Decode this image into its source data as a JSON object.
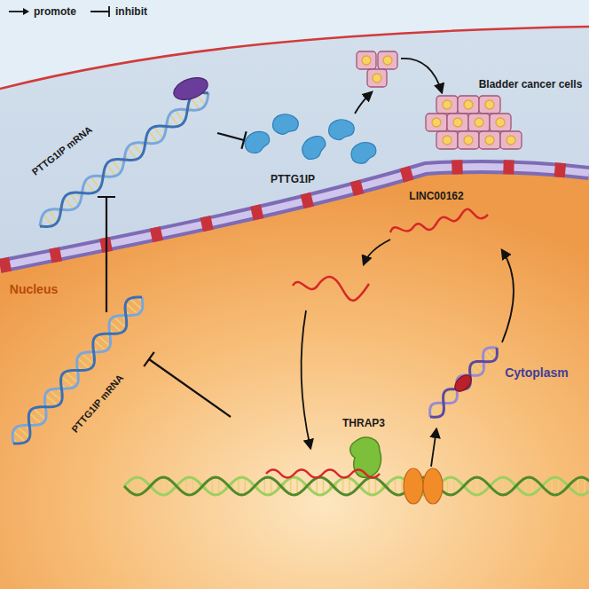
{
  "diagram": {
    "labels": [
      "Bladder cancer cells",
      "PTTG1IP mRNA",
      "PTTG1IP",
      "LINC00162",
      "Nucleus",
      "Cytoplasm",
      "PTTG1IP mRNA",
      "THRAP3"
    ],
    "legend": [
      {
        "text": "promote"
      },
      {
        "text": "inhibit"
      }
    ]
  }
}
